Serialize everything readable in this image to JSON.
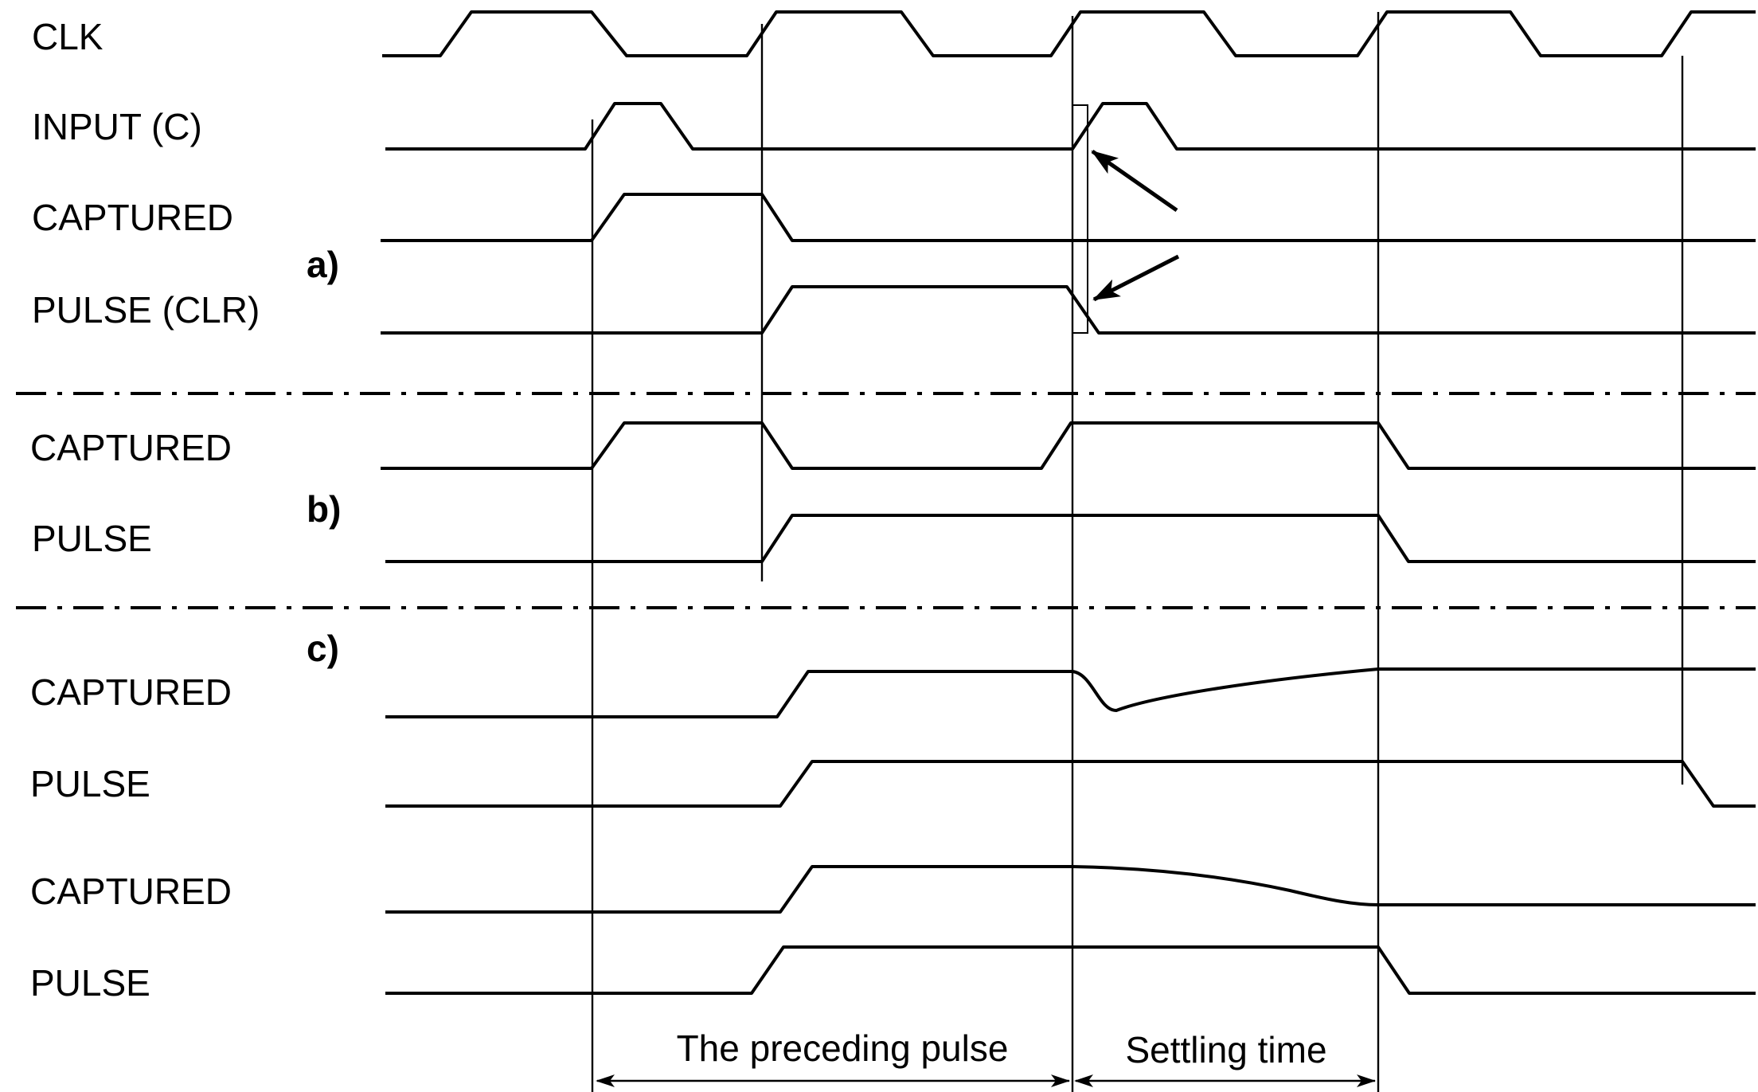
{
  "figure": {
    "sections": {
      "a": "a)",
      "b": "b)",
      "c": "c)"
    },
    "signals": {
      "clk": "CLK",
      "input_c": "INPUT (C)",
      "a_captured": "CAPTURED",
      "a_pulse_clr": "PULSE  (CLR)",
      "b_captured": "CAPTURED",
      "b_pulse": "PULSE",
      "c1_captured": "CAPTURED",
      "c1_pulse": "PULSE",
      "c2_captured": "CAPTURED",
      "c2_pulse": "PULSE"
    },
    "dimensions": {
      "preceding_pulse": "The preceding pulse",
      "settling_time": "Settling time"
    }
  }
}
